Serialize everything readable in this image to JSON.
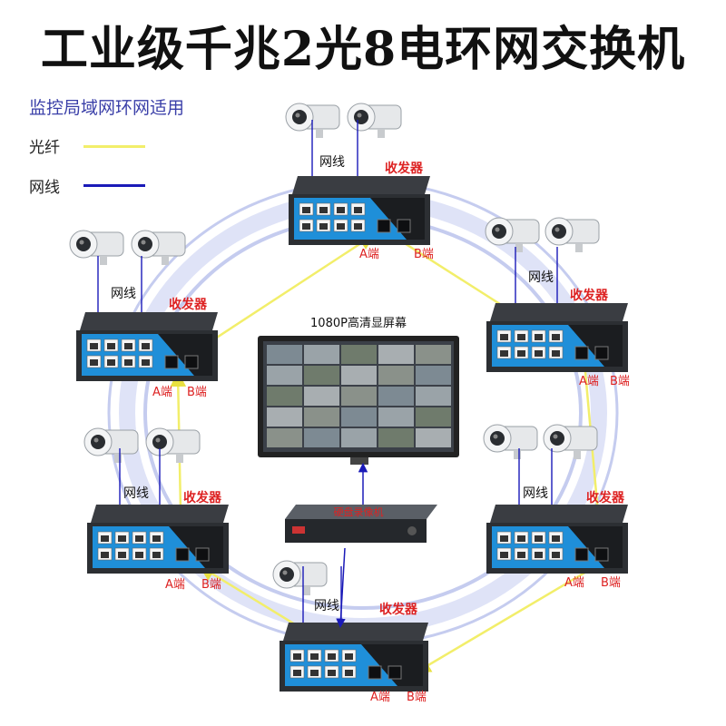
{
  "title": "工业级千兆2光8电环网交换机",
  "subtitle": "监控局域网环网适用",
  "legend": {
    "fiber_label": "光纤",
    "fiber_color": "#f2ee6a",
    "cable_label": "网线",
    "cable_color": "#1a1ab8"
  },
  "node_labels": {
    "transceiver": "收发器",
    "cable": "网线",
    "port_a": "A端",
    "port_b": "B端"
  },
  "screen_label": "1080P高清显屏幕",
  "nvr_label": "硬盘录像机",
  "colors": {
    "switch_body": "#2c2f33",
    "switch_panel": "#1f8fd9",
    "ring": "#c9cff0",
    "arrow_blue": "#1a1ab8",
    "fiber": "#f2ee6a"
  },
  "icons": [
    "security-camera-icon",
    "network-switch-icon",
    "monitor-icon",
    "dvr-icon",
    "ethernet-port-icon",
    "sfp-port-icon"
  ]
}
